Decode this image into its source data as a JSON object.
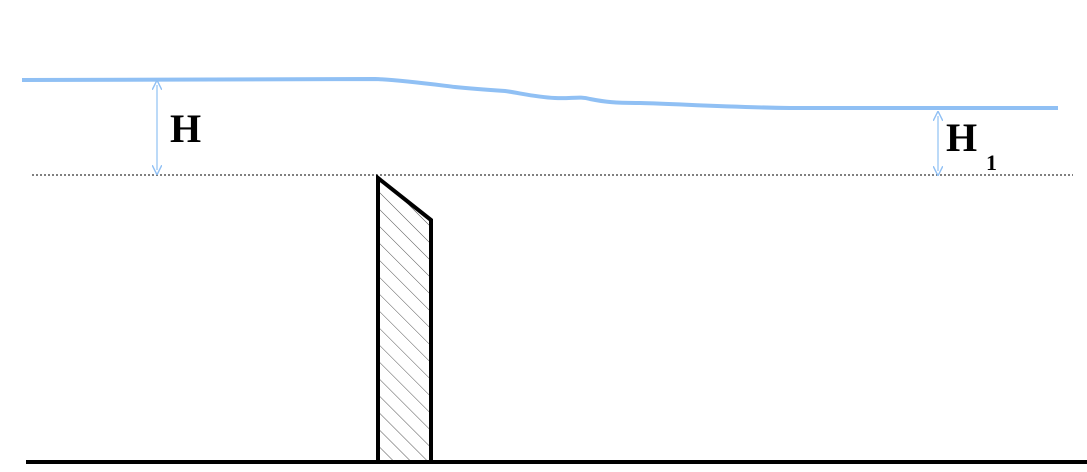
{
  "labels": {
    "upstream_head": "H",
    "downstream_head": "H",
    "downstream_head_subscript": "1"
  },
  "colors": {
    "water_surface": "#90c0f4",
    "dimension_arrow": "#90c0f4",
    "ground": "#000000",
    "weir_outline": "#000000",
    "weir_hatch": "#555555",
    "crest_reference_line": "#000000"
  },
  "elements": {
    "water_surface": "water-surface-line",
    "crest_reference": "crest-reference-dashed-line",
    "weir": "weir-body",
    "ground": "ground-line"
  }
}
